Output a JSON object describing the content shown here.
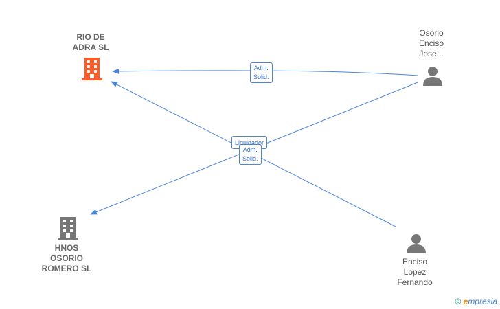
{
  "nodes": {
    "rio_de_adra": {
      "lines": [
        "RIO DE",
        "ADRA  SL"
      ],
      "type": "company",
      "color": "#ff5a2a"
    },
    "hnos_osorio": {
      "lines": [
        "HNOS",
        "OSORIO",
        "ROMERO SL"
      ],
      "type": "company",
      "color": "#777777"
    },
    "osorio_enciso": {
      "lines": [
        "Osorio",
        "Enciso",
        "Jose..."
      ],
      "type": "person",
      "color": "#777777"
    },
    "enciso_lopez": {
      "lines": [
        "Enciso",
        "Lopez",
        "Fernando"
      ],
      "type": "person",
      "color": "#777777"
    }
  },
  "edges": {
    "adm_top": {
      "lines": [
        "Adm.",
        "Solid."
      ]
    },
    "liquidador": {
      "lines": [
        "Liquidador"
      ]
    },
    "adm_mid": {
      "lines": [
        "Adm.",
        "Solid."
      ]
    }
  },
  "colors": {
    "edge": "#4a86d8"
  },
  "footer": {
    "copyright": "©",
    "brand_e": "e",
    "brand_rest": "mpresia"
  }
}
